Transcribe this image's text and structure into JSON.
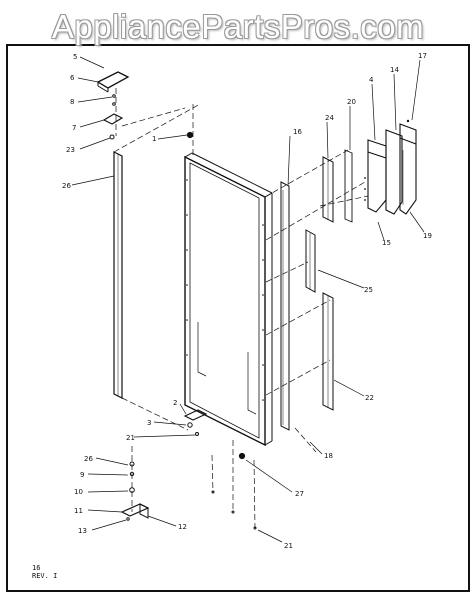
{
  "watermark": "AppliancePartsPros.com",
  "footer": {
    "page_number": "16",
    "revision": "REV. I"
  },
  "callouts": {
    "c1": "1",
    "c2": "2",
    "c3": "3",
    "c4": "4",
    "c5": "5",
    "c6": "6",
    "c7": "7",
    "c8": "8",
    "c9": "9",
    "c10": "10",
    "c11": "11",
    "c12": "12",
    "c13": "13",
    "c14": "14",
    "c15": "15",
    "c16": "16",
    "c17": "17",
    "c18": "18",
    "c19": "19",
    "c20": "20",
    "c21a": "21",
    "c21b": "21",
    "c22": "22",
    "c23": "23",
    "c24": "24",
    "c25": "25",
    "c26a": "26",
    "c26b": "26",
    "c27": "27"
  },
  "colors": {
    "ink": "#111111",
    "watermark_outline": "#9a9a9a",
    "background": "#ffffff"
  }
}
